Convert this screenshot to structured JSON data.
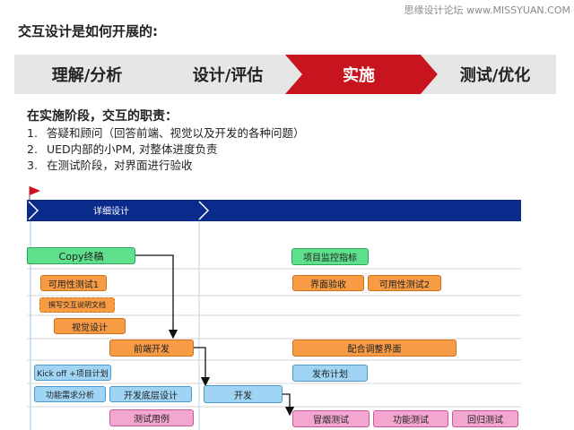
{
  "watermark": "思缘设计论坛 www.MISSYUAN.COM",
  "heading": "交互设计是如何开展的:",
  "process": {
    "stages": [
      {
        "label": "理解/分析",
        "active": false
      },
      {
        "label": "设计/评估",
        "active": false
      },
      {
        "label": "实施",
        "active": true
      },
      {
        "label": "测试/优化",
        "active": false
      }
    ],
    "colors": {
      "inactive": "#e6e6e6",
      "active": "#c8141e",
      "inactive_text": "#222222",
      "active_text": "#ffffff"
    }
  },
  "responsibilities": {
    "title": "在实施阶段，交互的职责：",
    "items": [
      {
        "num": "1.",
        "text": "答疑和顾问（回答前端、视觉以及开发的各种问题）"
      },
      {
        "num": "2.",
        "text": "UED内部的小PM, 对整体进度负责"
      },
      {
        "num": "3.",
        "text": "在测试阶段，对界面进行验收"
      }
    ]
  },
  "gantt": {
    "header_label": "详细设计",
    "colors": {
      "header": "#0a2a8c",
      "flag": "#d0101e",
      "grid": "#d6d6d6",
      "arrow": "#111111"
    },
    "tasks": {
      "copy": "Copy终稿",
      "usability1": "可用性测试1",
      "write_doc": "撰写交互说明文档",
      "visual": "视觉设计",
      "frontend": "前端开发",
      "kickoff": "Kick off +项目计划",
      "func_analysis": "功能需求分析",
      "dev_base": "开发底层设计",
      "test_cases": "测试用例",
      "develop": "开发",
      "monitor": "项目监控指标",
      "ui_accept": "界面验收",
      "usability2": "可用性测试2",
      "adjust_ui": "配合调整界面",
      "release_plan": "发布计划",
      "smoke": "冒烟测试",
      "func_test": "功能测试",
      "regression": "回归测试"
    }
  }
}
